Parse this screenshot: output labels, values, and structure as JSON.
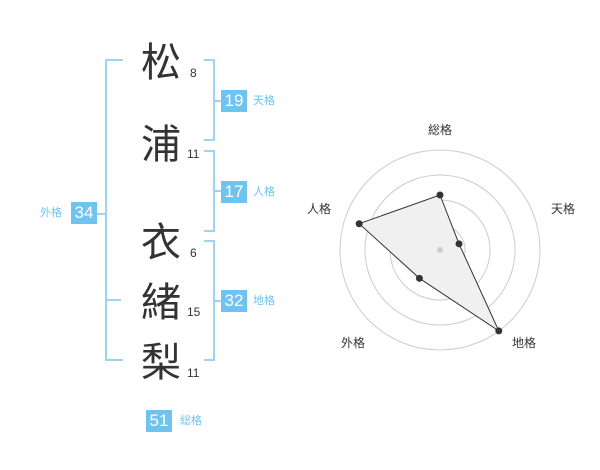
{
  "name_chars": [
    {
      "char": "松",
      "strokes": "8"
    },
    {
      "char": "浦",
      "strokes": "11"
    },
    {
      "char": "衣",
      "strokes": "6"
    },
    {
      "char": "緒",
      "strokes": "15"
    },
    {
      "char": "梨",
      "strokes": "11"
    }
  ],
  "kakusu": {
    "tenkaku": {
      "label": "天格",
      "value": "19"
    },
    "jinkaku": {
      "label": "人格",
      "value": "17"
    },
    "chikaku": {
      "label": "地格",
      "value": "32"
    },
    "gaikaku": {
      "label": "外格",
      "value": "34"
    },
    "soukaku": {
      "label": "総格",
      "value": "51"
    }
  },
  "colors": {
    "accent": "#6fc3f0",
    "bracket": "#9fd3f2",
    "radar_fill": "#f0f0f0"
  },
  "chart_data": {
    "type": "radar",
    "axes": [
      "総格",
      "天格",
      "地格",
      "外格",
      "人格"
    ],
    "values": [
      0.55,
      0.2,
      1.0,
      0.35,
      0.85
    ],
    "rings": 4
  }
}
